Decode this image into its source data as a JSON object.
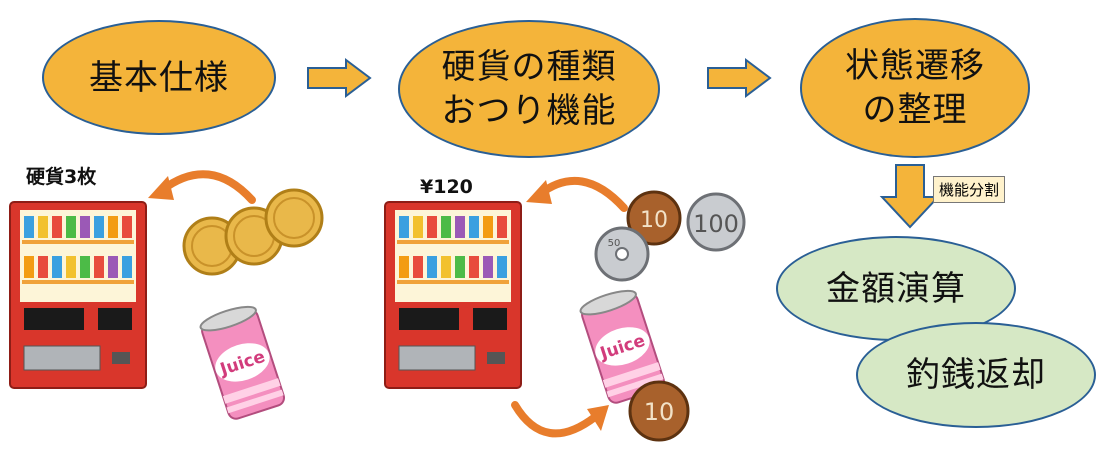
{
  "flow": {
    "step1": "基本仕様",
    "step2": "硬貨の種類\nおつり機能",
    "step3": "状態遷移\nの整理",
    "split_label": "機能分割",
    "sub1": "金額演算",
    "sub2": "釣銭返却"
  },
  "illustrations": {
    "left_caption": "硬貨3枚",
    "right_caption": "¥120",
    "can_label": "Juice",
    "coin_10": "10",
    "coin_50": "50",
    "coin_100": "100"
  },
  "colors": {
    "process_fill": "#f4b43a",
    "sub_fill": "#d6e8c5",
    "outline": "#2a5f95",
    "arrow_orange": "#e87d2c",
    "machine_red": "#d9362b"
  }
}
